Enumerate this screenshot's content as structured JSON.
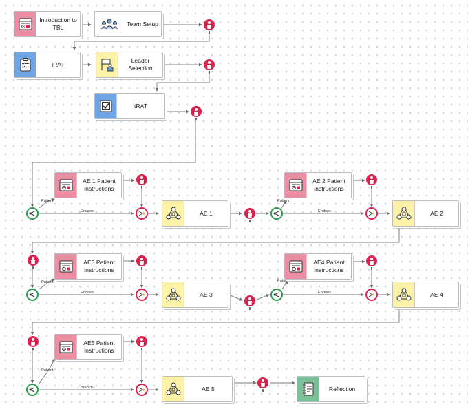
{
  "colors": {
    "pink": "#ea8ea4",
    "blue": "#6fa4e5",
    "yellow": "#fbf2a8",
    "green": "#7cc19a",
    "person": "#d9234f",
    "branch_gate": "#2e9a4c",
    "merge_gate": "#d9234f"
  },
  "activities": {
    "intro": {
      "label": "Introduction to TBL",
      "icon": "video-screen-icon"
    },
    "team_setup": {
      "label": "Team Setup",
      "icon": "team-icon"
    },
    "irat": {
      "label": "iRAT",
      "icon": "clipboard-icon"
    },
    "leader_selection": {
      "label": "Leader Selection",
      "icon": "leader-podium-icon"
    },
    "trat": {
      "label": "tRAT",
      "icon": "checkbox-icon"
    },
    "ae1_instructions": {
      "label": "AE 1 Patient instructions",
      "icon": "video-screen-icon"
    },
    "ae2_instructions": {
      "label": "AE 2 Patient instructions",
      "icon": "video-screen-icon"
    },
    "ae3_instructions": {
      "label": "AE3 Patient instructions",
      "icon": "video-screen-icon"
    },
    "ae4_instructions": {
      "label": "AE4 Patient instructions",
      "icon": "video-screen-icon"
    },
    "ae5_instructions": {
      "label": "AE5 Patient instructions",
      "icon": "video-screen-icon"
    },
    "ae1": {
      "label": "AE 1",
      "icon": "group-activity-icon"
    },
    "ae2": {
      "label": "AE 2",
      "icon": "group-activity-icon"
    },
    "ae3": {
      "label": "AE 3",
      "icon": "group-activity-icon"
    },
    "ae4": {
      "label": "AE 4",
      "icon": "group-activity-icon"
    },
    "ae5": {
      "label": "AE 5",
      "icon": "group-activity-icon"
    },
    "reflection": {
      "label": "Reflection",
      "icon": "notebook-icon"
    }
  },
  "branch_labels": {
    "b1_patient": "Patient",
    "b1_endoes": "Endoes",
    "b2_patient": "Patient",
    "b2_endoes": "Endoes",
    "b3_patient": "Patient",
    "b3_endoes": "Endoes",
    "b4_patient": "Patient",
    "b4_endoes": "Endoes",
    "b5_patient": "Patient",
    "b5_branch2": "Branch2"
  }
}
